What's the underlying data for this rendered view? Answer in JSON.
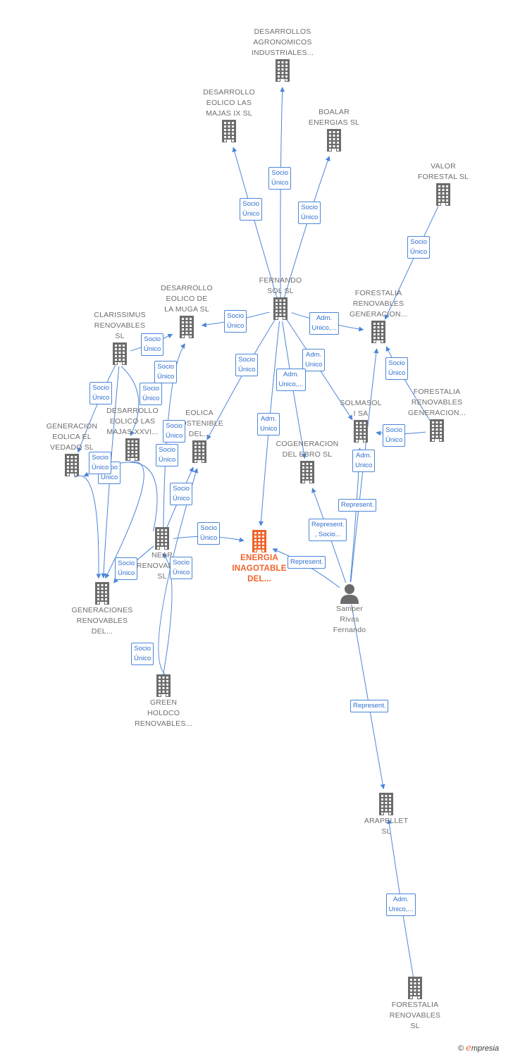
{
  "nodes": [
    {
      "id": "dai",
      "label": "DESARROLLOS\nAGRONOMICOS\nINDUSTRIALES...",
      "type": "company"
    },
    {
      "id": "dlm9",
      "label": "DESARROLLO\nEOLICO LAS\nMAJAS IX  SL",
      "type": "company"
    },
    {
      "id": "boalar",
      "label": "BOALAR\nENERGIAS  SL",
      "type": "company"
    },
    {
      "id": "valor",
      "label": "VALOR\nFORESTAL SL",
      "type": "company"
    },
    {
      "id": "fernando",
      "label": "FERNANDO\nSOL SL",
      "type": "company"
    },
    {
      "id": "muga",
      "label": "DESARROLLO\nEOLICO DE\nLA MUGA SL",
      "type": "company"
    },
    {
      "id": "frg1",
      "label": "FORESTALIA\nRENOVABLES\nGENERACION...",
      "type": "company"
    },
    {
      "id": "clar",
      "label": "CLARISSIMUS\nRENOVABLES\nSL",
      "type": "company"
    },
    {
      "id": "frg2",
      "label": "FORESTALIA\nRENOVABLES\nGENERACION...",
      "type": "company"
    },
    {
      "id": "dlmxxvi",
      "label": "DESARROLLO\nEOLICO LAS\nMAJAS XXVI...",
      "type": "company"
    },
    {
      "id": "eolica",
      "label": "EOLICA\nSOSTENIBLE\nDEL...",
      "type": "company"
    },
    {
      "id": "solmasol",
      "label": "SOLMASOL\nI SA",
      "type": "company"
    },
    {
      "id": "vedado",
      "label": "GENERACION\nEOLICA EL\nVEDADO SL",
      "type": "company"
    },
    {
      "id": "cogen",
      "label": "COGENERACION\nDEL EBRO  SL",
      "type": "company"
    },
    {
      "id": "near",
      "label": "NEAR\nRENOVABLES\nSL",
      "type": "company"
    },
    {
      "id": "energia",
      "label": "ENERGIA\nINAGOTABLE\nDEL...",
      "type": "focus"
    },
    {
      "id": "samper",
      "label": "Samper\nRivas\nFernando",
      "type": "person"
    },
    {
      "id": "genren",
      "label": "GENERACIONES\nRENOVABLES\nDEL...",
      "type": "company"
    },
    {
      "id": "green",
      "label": "GREEN\nHOLDCO\nRENOVABLES...",
      "type": "company"
    },
    {
      "id": "arapellet",
      "label": "ARAPELLET\nSL",
      "type": "company"
    },
    {
      "id": "frsl",
      "label": "FORESTALIA\nRENOVABLES\nSL",
      "type": "company"
    }
  ],
  "edges": [
    {
      "from": "fernando",
      "to": "dai",
      "label": "Socio\nÚnico"
    },
    {
      "from": "fernando",
      "to": "dlm9",
      "label": "Socio\nÚnico"
    },
    {
      "from": "fernando",
      "to": "boalar",
      "label": "Socio\nÚnico"
    },
    {
      "from": "valor",
      "to": "frg1",
      "label": "Socio\nÚnico"
    },
    {
      "from": "fernando",
      "to": "muga",
      "label": "Socio\nÚnico"
    },
    {
      "from": "fernando",
      "to": "frg1",
      "label": "Adm.\nUnico,..."
    },
    {
      "from": "fernando",
      "to": "eolica",
      "label": "Socio\nÚnico"
    },
    {
      "from": "fernando",
      "to": "solmasol",
      "label": "Adm.\nUnico"
    },
    {
      "from": "fernando",
      "to": "cogen",
      "label": "Adm.\nUnico,..."
    },
    {
      "from": "fernando",
      "to": "energia",
      "label": "Adm.\nUnico"
    },
    {
      "from": "frg2",
      "to": "frg1",
      "label": "Socio\nÚnico"
    },
    {
      "from": "frg2",
      "to": "solmasol",
      "label": "Socio\nÚnico"
    },
    {
      "from": "samper",
      "to": "frg1",
      "label": "Adm.\nUnico"
    },
    {
      "from": "samper",
      "to": "solmasol",
      "label": "Represent."
    },
    {
      "from": "samper",
      "to": "cogen",
      "label": "Represent.\n, Socio..."
    },
    {
      "from": "samper",
      "to": "energia",
      "label": "Represent."
    },
    {
      "from": "samper",
      "to": "arapellet",
      "label": "Represent."
    },
    {
      "from": "frsl",
      "to": "arapellet",
      "label": "Adm.\nUnico,..."
    },
    {
      "from": "clar",
      "to": "muga",
      "label": "Socio\nÚnico"
    },
    {
      "from": "clar",
      "to": "vedado",
      "label": "Socio\nÚnico"
    },
    {
      "from": "clar",
      "to": "dlmxxvi",
      "label": "Socio\nÚnico"
    },
    {
      "from": "clar",
      "to": "genren",
      "label": "Socio\nÚnico"
    },
    {
      "from": "near",
      "to": "muga",
      "label": "Socio\nÚnico"
    },
    {
      "from": "near",
      "to": "vedado",
      "label": "Socio\nÚnico"
    },
    {
      "from": "near",
      "to": "eolica",
      "label": "Socio\nÚnico"
    },
    {
      "from": "near",
      "to": "energia",
      "label": "Socio\nÚnico"
    },
    {
      "from": "near",
      "to": "genren",
      "label": "Socio\nÚnico"
    },
    {
      "from": "green",
      "to": "eolica",
      "label": "Socio\nÚnico"
    },
    {
      "from": "green",
      "to": "near",
      "label": "Socio\nÚnico"
    },
    {
      "from": "dlmxxvi",
      "to": "genren",
      "label": "Socio\nÚnico"
    },
    {
      "from": "vedado",
      "to": "genren",
      "label": "Socio\nÚnico"
    }
  ],
  "branding": {
    "copyright": "©",
    "brand_initial": "e",
    "brand_rest": "mpresia"
  },
  "colors": {
    "company": "#6b6b6b",
    "focus": "#f0622a",
    "edge": "#4a86d8",
    "label_text": "#2f6fcf"
  }
}
